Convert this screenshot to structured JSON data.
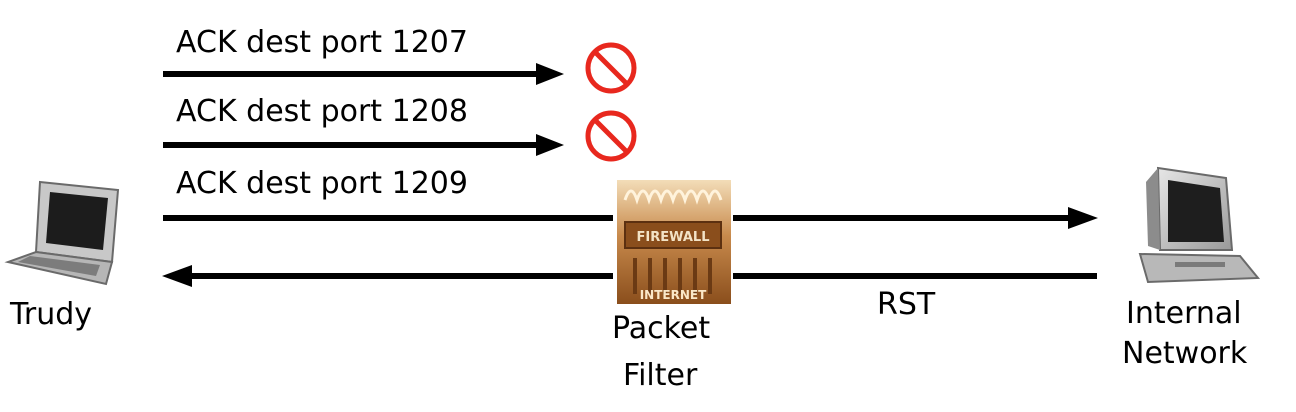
{
  "diagram": {
    "attacker": {
      "label": "Trudy",
      "icon": "laptop-icon"
    },
    "filter": {
      "label_line1": "Packet",
      "label_line2": "Filter",
      "icon": "firewall-icon",
      "icon_text_top": "FIREWALL",
      "icon_text_bottom": "INTERNET"
    },
    "target": {
      "label_line1": "Internal",
      "label_line2": "Network",
      "icon": "desktop-computer-icon"
    },
    "messages": [
      {
        "label": "ACK dest port 1207",
        "blocked": true
      },
      {
        "label": "ACK dest port 1208",
        "blocked": true
      },
      {
        "label": "ACK dest port 1209",
        "blocked": false
      }
    ],
    "reply": {
      "label": "RST"
    },
    "colors": {
      "arrow": "#000000",
      "blocked": "#e8281e",
      "firewall_dark": "#8a4e1c",
      "firewall_light": "#d9a46a"
    }
  }
}
